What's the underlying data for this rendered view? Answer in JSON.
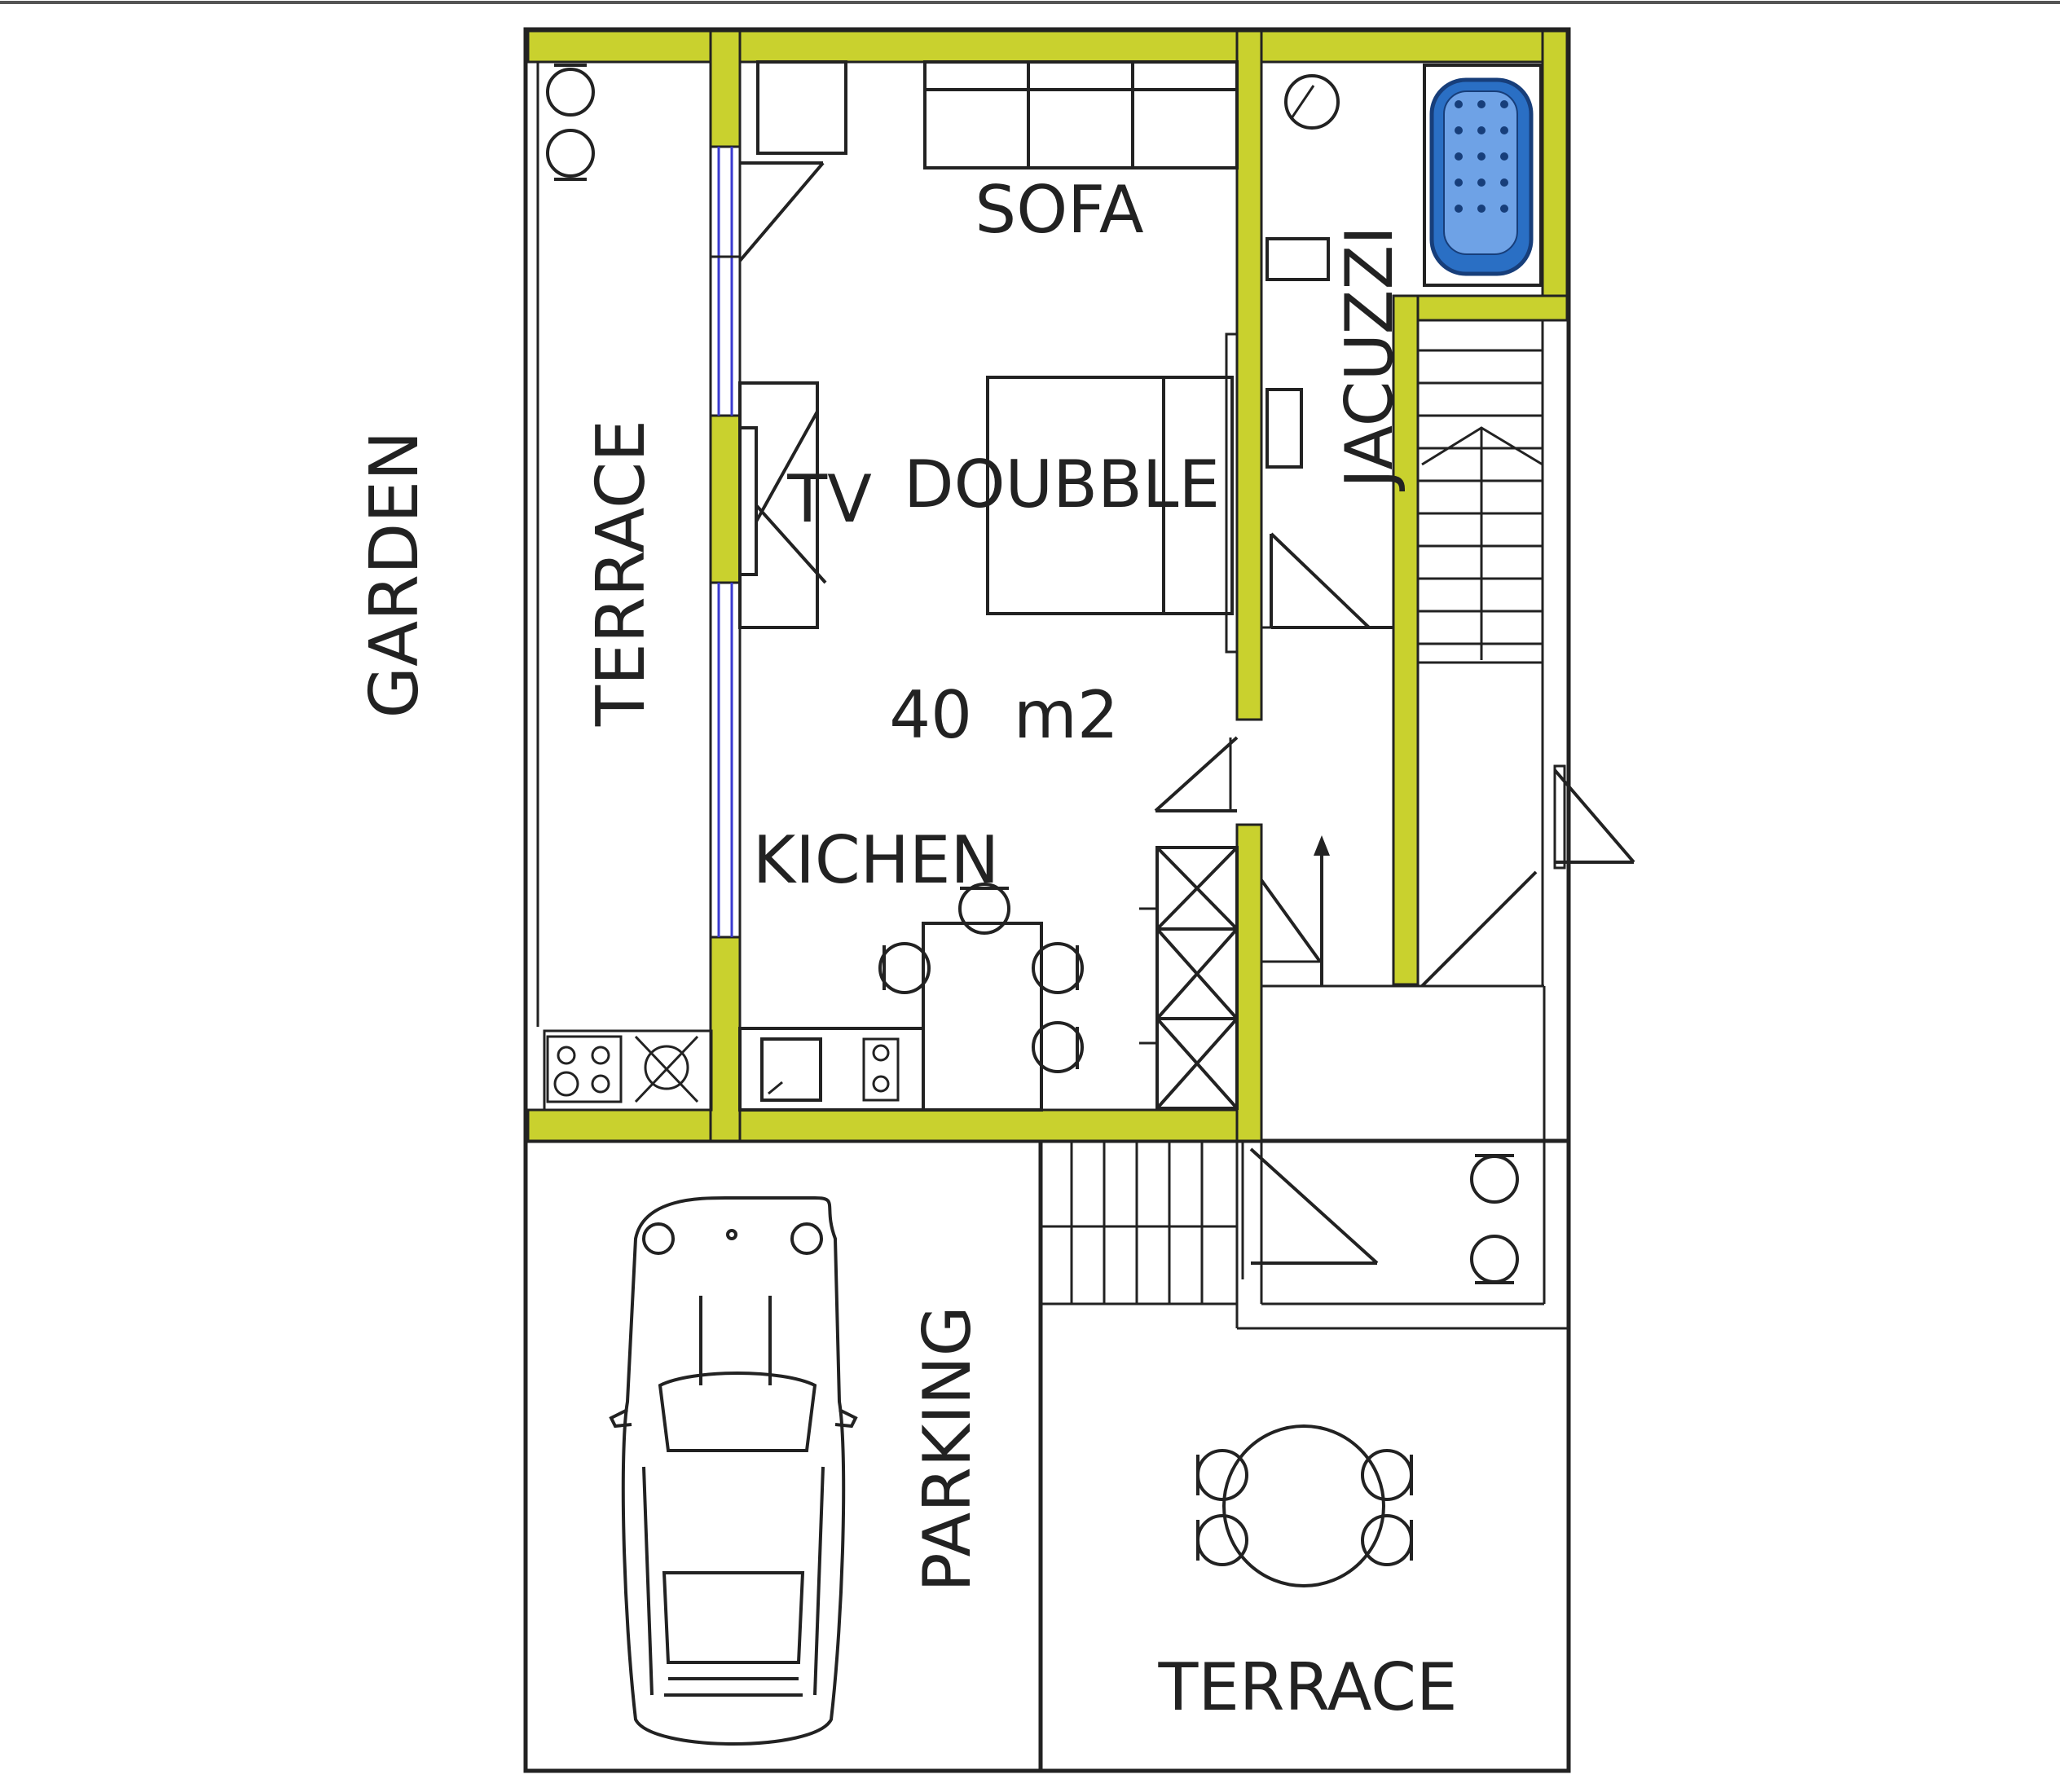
{
  "plan": {
    "wall_color": "#c9d12e",
    "jacuzzi_color": "#2a6fc4",
    "window_color": "#3a3ad0"
  },
  "labels": {
    "garden": "GARDEN",
    "terrace_left": "TERRACE",
    "sofa": "SOFA",
    "tv": "TV",
    "doubble": "DOUBBLE",
    "area": "40  m2",
    "kichen": "KICHEN",
    "jacuzzi": "JACUZZI",
    "parking": "PARKING",
    "terrace_bottom": "TERRACE"
  }
}
